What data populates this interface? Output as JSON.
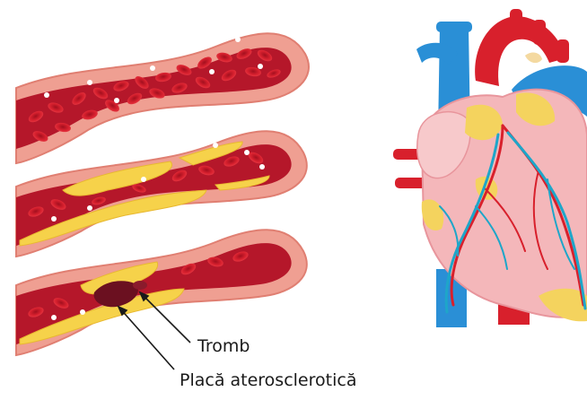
{
  "labels": {
    "thrombus": "Tromb",
    "plaque": "Placă aterosclerotică"
  },
  "colors": {
    "vessel_wall": "#ef9f92",
    "vessel_lumen": "#b5172a",
    "red_cell": "#d8212f",
    "plaque": "#f6d24a",
    "thrombus": "#6b1020",
    "artery_red": "#d8202c",
    "vein_blue": "#2a8fd6",
    "heart_pink": "#f4b7ba",
    "fat_yellow": "#f4d35e",
    "coronary_blue": "#1ea6c9"
  },
  "icons": [
    "vessel-healthy",
    "vessel-narrowed",
    "vessel-thrombus",
    "heart"
  ]
}
